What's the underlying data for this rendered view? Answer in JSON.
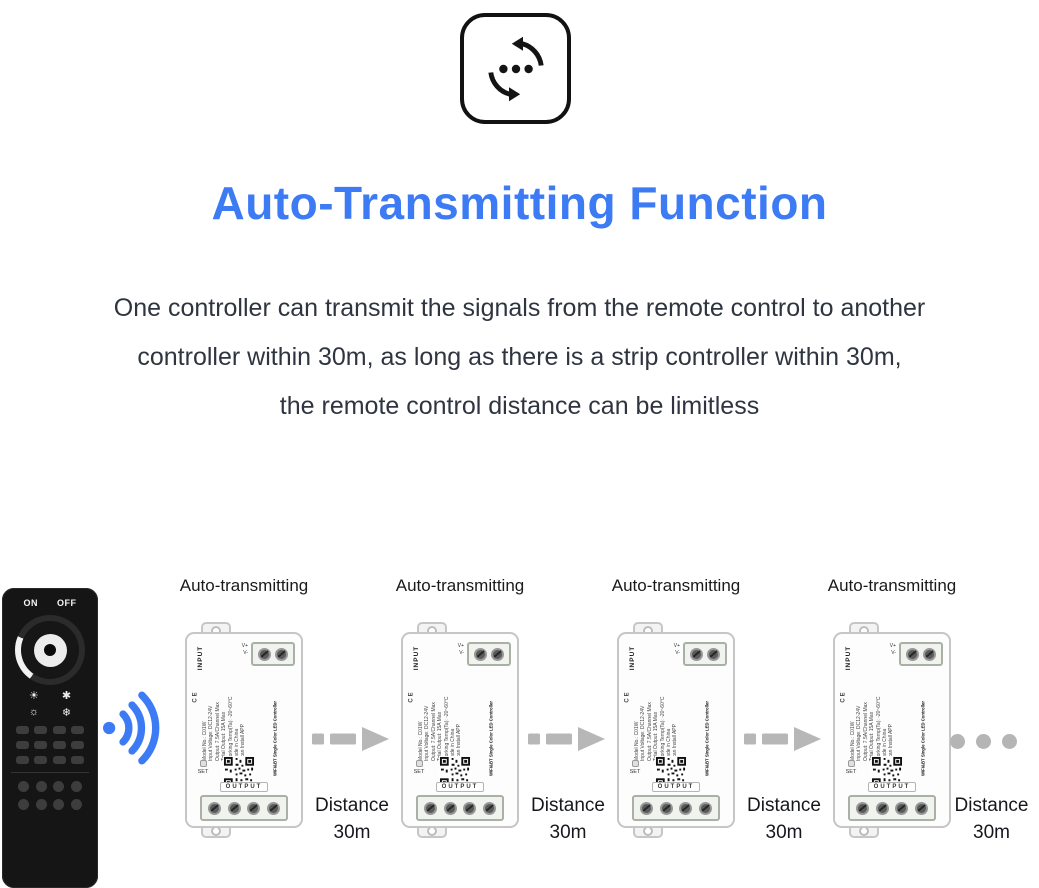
{
  "colors": {
    "accent_blue": "#3D7BF5",
    "text_dark": "#2F3540",
    "arrow_gray": "#B7B7B7"
  },
  "header": {
    "icon": "auto-sync-icon",
    "title": "Auto-Transmitting Function",
    "description_lines": [
      "One controller can transmit the signals from the remote control to another",
      "controller within 30m, as long as there is a strip controller within 30m,",
      "the remote control distance can be limitless"
    ]
  },
  "diagram": {
    "auto_label": "Auto-transmitting",
    "distance": {
      "line1": "Distance",
      "line2": "30m"
    },
    "remote": {
      "on_label": "ON",
      "off_label": "OFF",
      "icons": [
        "☀",
        "✱",
        "☼",
        "❄"
      ]
    },
    "controller": {
      "input_label": "INPUT",
      "output_label": "OUTPUT",
      "v_plus": "V+",
      "v_minus": "V-",
      "cert_label": "CE",
      "set_label": "SET",
      "side_title": "WiFi&BT Single Color LED Controller",
      "spec_lines": [
        "Model No.: C01W",
        "Input Voltage: DC12-24V",
        "Output: 7.5A/Channel Max",
        "Total Output: 15A Max",
        "Working Temp(Ta): -20~60°C",
        "Made in China",
        "Scan Install APP"
      ]
    }
  }
}
